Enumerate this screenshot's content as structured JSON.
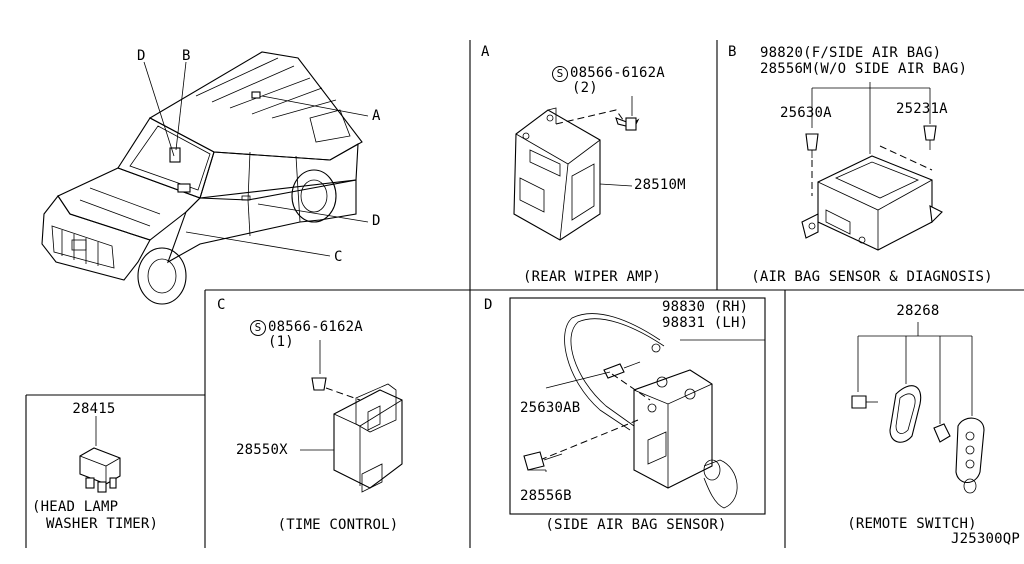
{
  "vehicle": {
    "callout_d_top": "D",
    "callout_b": "B",
    "callout_a": "A",
    "callout_d_right": "D",
    "callout_c": "C"
  },
  "panel_a": {
    "letter": "A",
    "screw_symbol": "S",
    "screw_part": "08566-6162A",
    "screw_qty": "(2)",
    "amp_part": "28510M",
    "caption": "(REAR WIPER AMP)"
  },
  "panel_b": {
    "letter": "B",
    "line1": "98820(F/SIDE AIR BAG)",
    "line2": "28556M(W/O SIDE AIR BAG)",
    "bolt_left": "25630A",
    "bolt_right": "25231A",
    "caption": "(AIR BAG SENSOR & DIAGNOSIS)"
  },
  "panel_c": {
    "letter": "C",
    "screw_symbol": "S",
    "screw_part": "08566-6162A",
    "screw_qty": "(1)",
    "unit_part": "28550X",
    "caption": "(TIME CONTROL)"
  },
  "panel_d": {
    "letter": "D",
    "part_rh": "98830 (RH)",
    "part_lh": "98831 (LH)",
    "bolt_upper": "25630AB",
    "bolt_lower": "28556B",
    "caption": "(SIDE AIR BAG SENSOR)"
  },
  "panel_remote": {
    "part": "28268",
    "caption": "(REMOTE SWITCH)"
  },
  "panel_washer": {
    "part": "28415",
    "caption_line1": "(HEAD LAMP",
    "caption_line2": "WASHER TIMER)"
  },
  "diagram_code": "J25300QP"
}
